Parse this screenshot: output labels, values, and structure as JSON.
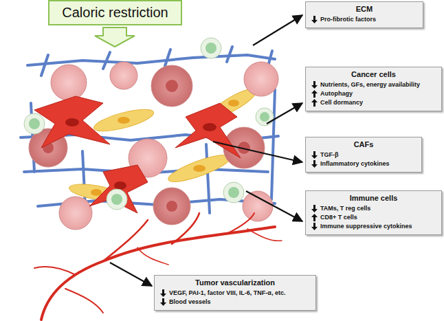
{
  "diagram": {
    "nodes": [
      {
        "text": [
          "Caloric restriction"
        ]
      },
      {
        "text": [
          "ECM",
          "Pro-fibrotic factors"
        ]
      },
      {
        "text": [
          "Cancer cells",
          "Nutrients, GFs, energy availability",
          "Autophagy",
          "Cell dormancy"
        ]
      },
      {
        "text": [
          "CAFs",
          "TGF-β",
          "Inflammatory cytokines"
        ]
      },
      {
        "text": [
          "Immune cells",
          "TAMs, T reg cells",
          "CD8+ T cells",
          "Immune suppressive cytokines"
        ]
      },
      {
        "text": [
          "Tumor vascularization",
          "VEGF, PAI-1, factor VIII, IL-6, TNF-α, etc.",
          "Blood vessels"
        ]
      }
    ]
  }
}
